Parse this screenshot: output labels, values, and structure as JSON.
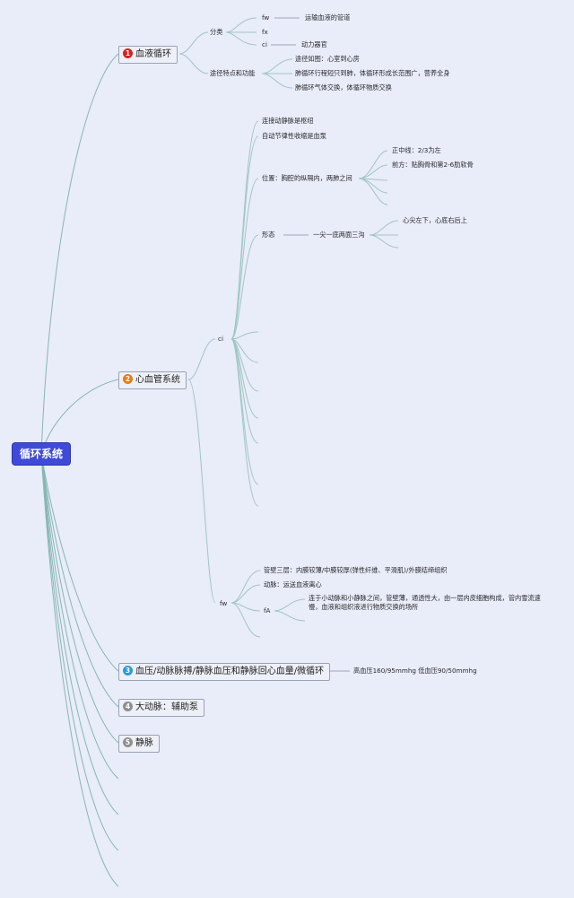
{
  "root": "循环系统",
  "topics": [
    {
      "num": "1",
      "label": "血液循环",
      "color": "#d6231f"
    },
    {
      "num": "2",
      "label": "心血管系统",
      "color": "#e97b17"
    },
    {
      "num": "3",
      "label": "血压/动脉脉搏/静脉血压和静脉回心血量/微循环",
      "color": "#2b9ad8"
    },
    {
      "num": "4",
      "label": "大动脉：辅助泵",
      "color": "#8f8f8f"
    },
    {
      "num": "5",
      "label": "静脉",
      "color": "#8f8f8f"
    }
  ],
  "t1": {
    "fenlei": "分类",
    "fw": "fw",
    "fw_desc": "运输血液的管道",
    "fx": "fx",
    "ci": "ci",
    "ci_desc": "动力器官",
    "tujing": "途径特点和功能",
    "tj1": "途径如图：心室到心房",
    "tj2": "肺循环行程短只到肺，体循环形成长范围广，营养全身",
    "tj3": "肺循环气体交换，体循环物质交换"
  },
  "t2": {
    "ci": "ci",
    "c1": "连接动静脉是枢纽",
    "c2": "自动节律性收缩是血泵",
    "weizhi": "位置：胸腔的纵隔内，两肺之间",
    "w1": "正中线：2/3为左",
    "w2": "前方：贴胸骨和第2-6肋软骨",
    "xingtai": "形态",
    "xt_sub": "一尖一底两面三沟",
    "xt_leaf": "心尖左下，心底右后上",
    "fw": "fw",
    "f1": "管壁三层：内膜较薄/中膜较厚(弹性纤维、平滑肌)/外膜结缔组织",
    "f2": "动脉：运送血液离心",
    "fA": "fA",
    "fA_desc": "连于小动脉和小静脉之间，管壁薄，通透性大，由一层内皮细胞构成，管内雪流速慢，血液和组织液进行物质交换的场所"
  },
  "t3": {
    "note": "高血压160/95mmhg 低血压90/50mmhg"
  }
}
